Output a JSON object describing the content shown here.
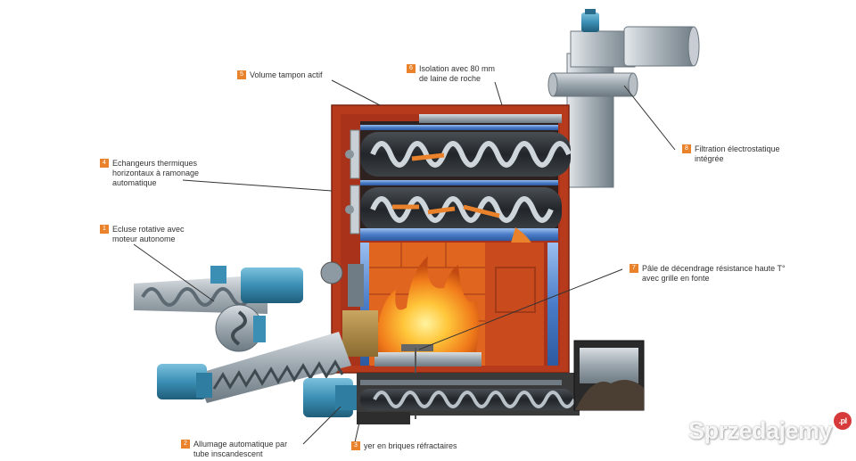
{
  "callouts": [
    {
      "num": "5",
      "lines": [
        "Volume tampon actif"
      ]
    },
    {
      "num": "6",
      "lines": [
        "Isolation avec 80 mm",
        "de laine de roche"
      ]
    },
    {
      "num": "4",
      "lines": [
        "Echangeurs thermiques",
        "horizontaux à ramonage",
        "automatique"
      ]
    },
    {
      "num": "1",
      "lines": [
        "Ecluse rotative avec",
        "moteur autonome"
      ]
    },
    {
      "num": "8",
      "lines": [
        "Filtration électrostatique",
        "intégrée"
      ]
    },
    {
      "num": "7",
      "lines": [
        "Pâle de décendrage résistance haute T°",
        "avec grille en fonte"
      ]
    },
    {
      "num": "2",
      "lines": [
        "Allumage automatique par",
        "tube inscandescent"
      ]
    },
    {
      "num": "3",
      "lines": [
        "yer en briques réfractaires"
      ]
    }
  ],
  "watermark": {
    "text": "Sprzedajemy",
    "badge": ".pl"
  },
  "colors": {
    "accent": "#e9822b",
    "boiler_red": "#b83a1c",
    "firebox_orange": "#e0651f",
    "motor_blue": "#3b8fb4",
    "steel_grey": "#8e9aa3",
    "exchanger_blue": "#4a7cc7"
  }
}
